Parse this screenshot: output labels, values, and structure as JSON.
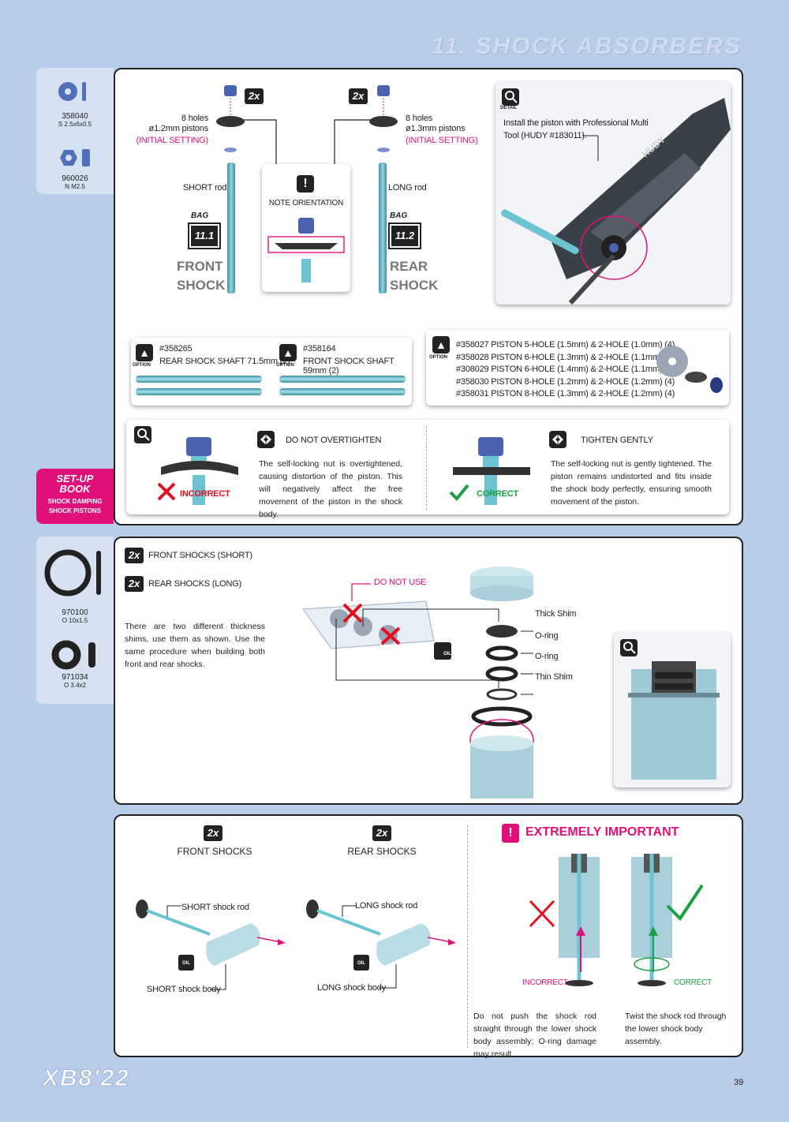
{
  "header": {
    "section_title": "11. SHOCK ABSORBERS"
  },
  "footer": {
    "model": "XB8'22",
    "page_number": "39"
  },
  "parts_top": [
    {
      "code": "358040",
      "desc": "S 2.5x6x0.5"
    },
    {
      "code": "960026",
      "desc": "N M2.5"
    }
  ],
  "parts_mid": [
    {
      "code": "970100",
      "desc": "O 10x1.5"
    },
    {
      "code": "971034",
      "desc": "O 3.4x2"
    }
  ],
  "setup_book": {
    "title1": "SET-UP",
    "title2": "BOOK",
    "line1": "SHOCK DAMPING",
    "line2": "SHOCK PISTONS"
  },
  "step1": {
    "qty_left": "2x",
    "qty_right": "2x",
    "left_holes": "8 holes",
    "left_pistons": "ø1.2mm pistons",
    "left_initial": "(INITIAL SETTING)",
    "right_holes": "8 holes",
    "right_pistons": "ø1.3mm pistons",
    "right_initial": "(INITIAL SETTING)",
    "short_rod": "SHORT rod",
    "long_rod": "LONG rod",
    "note": "NOTE ORIENTATION",
    "bag_label": "BAG",
    "bag_left": "11.1",
    "bag_right": "11.2",
    "front_line1": "FRONT",
    "front_line2": "SHOCK",
    "rear_line1": "REAR",
    "rear_line2": "SHOCK",
    "detail_label": "DETAIL",
    "detail_text1": "Install the piston with Professional Multi",
    "detail_text2": "Tool (HUDY #183011).",
    "hudy_brand": "HUDY"
  },
  "options": {
    "option_label": "OPTION",
    "rear_shaft_code": "#358265",
    "rear_shaft_desc": "REAR SHOCK SHAFT 71.5mm (2)",
    "front_shaft_code": "#358164",
    "front_shaft_desc": "FRONT SHOCK SHAFT 59mm (2)",
    "pistons": [
      "#358027 PISTON 5-HOLE (1.5mm) & 2-HOLE (1.0mm) (4)",
      "#358028 PISTON 6-HOLE (1.3mm) & 2-HOLE (1.1mm) (4)",
      "#308029 PISTON 6-HOLE (1.4mm) & 2-HOLE (1.1mm) (4)",
      "#358030 PISTON 8-HOLE (1.2mm) & 2-HOLE (1.2mm) (4)",
      "#358031 PISTON 8-HOLE (1.3mm) & 2-HOLE (1.2mm) (4)"
    ]
  },
  "tighten": {
    "incorrect_label": "INCORRECT",
    "correct_label": "CORRECT",
    "do_not_title": "DO NOT OVERTIGHTEN",
    "do_not_text": "The self-locking nut is overtightened, causing distortion of the piston. This will negatively affect the free movement of the piston in the shock body.",
    "gently_title": "TIGHTEN GENTLY",
    "gently_text": "The self-locking nut is gently tightened. The piston remains undistorted and fits inside the shock body perfectly, ensuring smooth movement of the piston."
  },
  "step2": {
    "qty1": "2x",
    "label1": "FRONT SHOCKS (SHORT)",
    "qty2": "2x",
    "label2": "REAR SHOCKS (LONG)",
    "text": "There are two different thickness shims, use them as shown. Use the same procedure when building both front and rear shocks.",
    "do_not_use": "DO NOT USE",
    "thick_shim": "Thick Shim",
    "oring1": "O-ring",
    "oring2": "O-ring",
    "thin_shim": "Thin Shim",
    "oil": "OIL"
  },
  "step3": {
    "qty_front": "2x",
    "front_title": "FRONT SHOCKS",
    "qty_rear": "2x",
    "rear_title": "REAR SHOCKS",
    "short_rod": "SHORT shock rod",
    "long_rod": "LONG shock rod",
    "short_body": "SHORT shock body",
    "long_body": "LONG shock body",
    "oil": "OIL",
    "important": "EXTREMELY IMPORTANT",
    "incorrect": "INCORRECT",
    "correct": "CORRECT",
    "incorrect_text": "Do not push the shock rod straight through the lower shock body assembly; O-ring damage may result.",
    "correct_text": "Twist the shock rod through the lower shock body assembly."
  },
  "colors": {
    "accent": "#e0107a",
    "background": "#b9cdea",
    "shaft": "#5fb7c6"
  }
}
